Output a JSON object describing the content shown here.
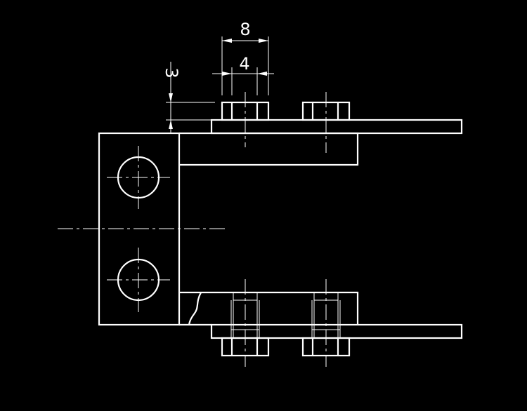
{
  "drawing": {
    "colors": {
      "background": "#000000",
      "lines": "#ffffff"
    },
    "dimensions": {
      "outer_width": "8",
      "inner_width": "4",
      "height": "3"
    }
  }
}
